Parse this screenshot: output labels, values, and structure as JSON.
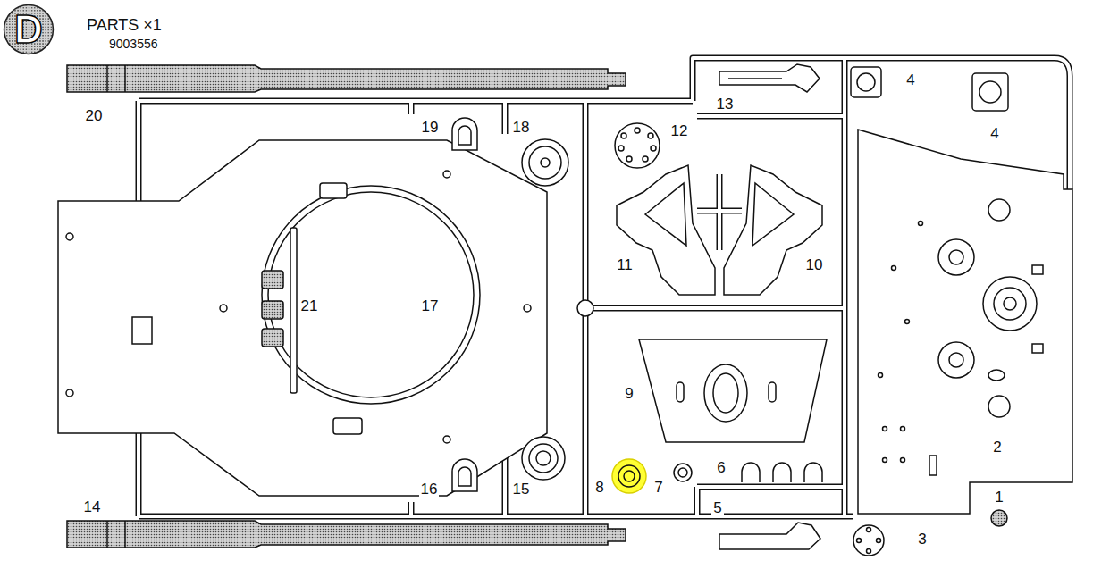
{
  "diagram": {
    "nodes": [
      {
        "text": [
          "D"
        ]
      }
    ],
    "labels": [
      "PARTS ×1",
      "9003556",
      "4",
      "13",
      "20",
      "19",
      "18",
      "12",
      "4",
      "11",
      "10",
      "21",
      "17",
      "9",
      "2",
      "6",
      "16",
      "15",
      "8",
      "7",
      "1",
      "14",
      "5",
      "3"
    ]
  }
}
